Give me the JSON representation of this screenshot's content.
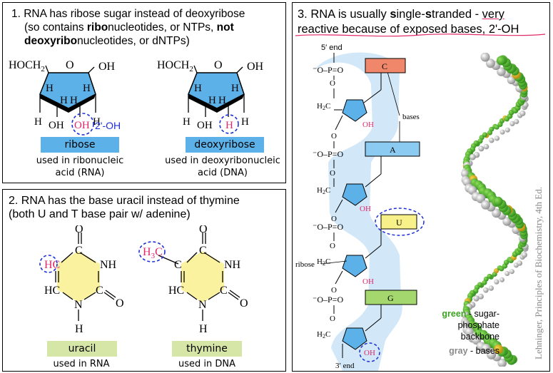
{
  "panel1": {
    "line1": "1.  RNA has ribose sugar instead of deoxyribose",
    "line2": "(so contains ",
    "line2_bold": "ribo",
    "line2_rest": "nucleotides, or NTPs, ",
    "line2_bold2": "not",
    "line3_bold": "deoxyribo",
    "line3_rest": "nucleotides, or dNTPs)",
    "ribose": {
      "label": "ribose",
      "caption1": "used in ribonucleic",
      "caption2": "acid (RNA)",
      "oh_label": "2'-OH"
    },
    "deoxyribose": {
      "label": "deoxyribose",
      "caption1": "used in deoxyribonucleic",
      "caption2": "acid (DNA)"
    }
  },
  "panel2": {
    "line1": "2. RNA has the base uracil instead of thymine",
    "line2": "(both U and T base pair w/ adenine)",
    "uracil": {
      "label": "uracil",
      "caption": "used in RNA"
    },
    "thymine": {
      "label": "thymine",
      "caption": "used in DNA"
    }
  },
  "panel3": {
    "title_a": "3. RNA is usually ",
    "title_s1": "s",
    "title_b": "ingle-",
    "title_s2": "s",
    "title_c": "tranded - ",
    "title_ul": "very",
    "line2": "reactive because of exposed bases, 2'-OH",
    "five_end": "5′ end",
    "three_end": "3′ end",
    "bases_label": "bases",
    "ribose_label": "ribose",
    "bases": [
      "C",
      "A",
      "U",
      "G"
    ],
    "credit": "Lehninger, Principles of Biochemistry, 4th Ed.",
    "legend_green": "green",
    "legend_green_rest": " - sugar-",
    "legend_line2": "phosphate",
    "legend_line3": "backbone",
    "legend_gray": "gray",
    "legend_gray_rest": " - bases"
  },
  "colors": {
    "sugar": "#5bb1e8",
    "base_ring": "#fbf2a0",
    "base_label": "#d6e6a6",
    "accent_pink": "#e0286a",
    "dashed": "#1d2fd6",
    "backbone_bg": "#d2e7f7"
  }
}
